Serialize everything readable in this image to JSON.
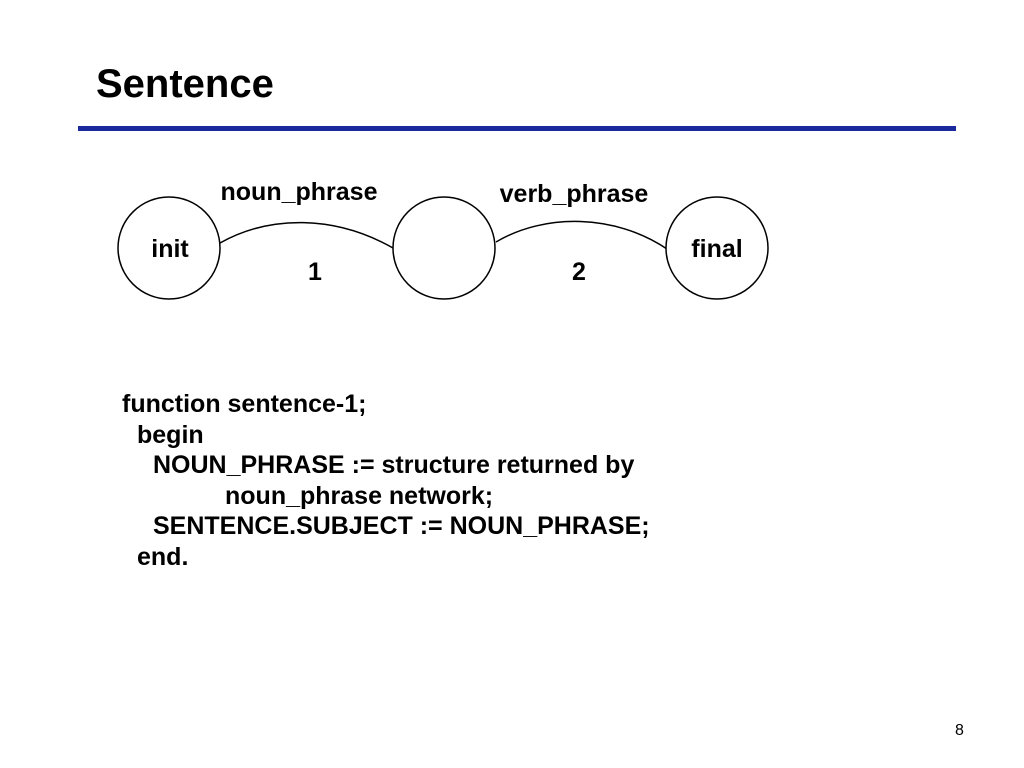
{
  "slide": {
    "title": "Sentence",
    "page_number": "8",
    "accent_color": "#1a2a9c"
  },
  "diagram": {
    "nodes": [
      {
        "id": "init",
        "label": "init"
      },
      {
        "id": "middle",
        "label": ""
      },
      {
        "id": "final",
        "label": "final"
      }
    ],
    "arcs": [
      {
        "from": "init",
        "to": "middle",
        "label": "noun_phrase",
        "number": "1"
      },
      {
        "from": "middle",
        "to": "final",
        "label": "verb_phrase",
        "number": "2"
      }
    ]
  },
  "code": {
    "lines": [
      "function sentence-1;",
      "begin",
      "NOUN_PHRASE := structure returned by",
      "noun_phrase network;",
      "SENTENCE.SUBJECT := NOUN_PHRASE;",
      "end."
    ]
  }
}
